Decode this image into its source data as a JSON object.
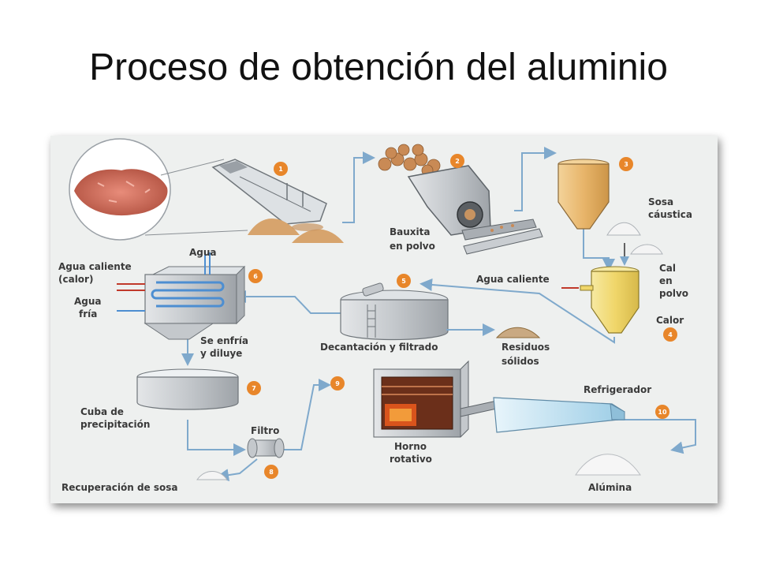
{
  "title": "Proceso de obtención del aluminio",
  "steps": [
    "1",
    "2",
    "3",
    "4",
    "5",
    "6",
    "7",
    "8",
    "9",
    "10"
  ],
  "labels": {
    "bauxita_1": "Bauxita",
    "bauxita_2": "en polvo",
    "sosa_1": "Sosa",
    "sosa_2": "cáustica",
    "cal_1": "Cal",
    "cal_2": "en",
    "cal_3": "polvo",
    "calor": "Calor",
    "agua_caliente_right": "Agua caliente",
    "agua": "Agua",
    "agua_caliente_left": "Agua caliente",
    "calor_paren": "(calor)",
    "agua_fria_1": "Agua",
    "agua_fria_2": "fría",
    "se_enfria_1": "Se enfría",
    "se_enfria_2": "y diluye",
    "decantacion": "Decantación y filtrado",
    "residuos_1": "Residuos",
    "residuos_2": "sólidos",
    "cuba_1": "Cuba de",
    "cuba_2": "precipitación",
    "filtro": "Filtro",
    "horno_1": "Horno",
    "horno_2": "rotativo",
    "refrigerador": "Refrigerador",
    "alumina": "Alúmina",
    "recuperacion": "Recuperación de sosa"
  },
  "colors": {
    "badge": "#e8862a",
    "arrow": "#7fa9cc",
    "ore": "#c9655a",
    "tank_yellow": "#f0dc7a",
    "tank_orange": "#e6b86a",
    "steel": "#b8bcc0",
    "water_blue": "#4d8ed1",
    "furnace_fire": "#d9541c",
    "cooler_blue": "#bfe0f2"
  }
}
